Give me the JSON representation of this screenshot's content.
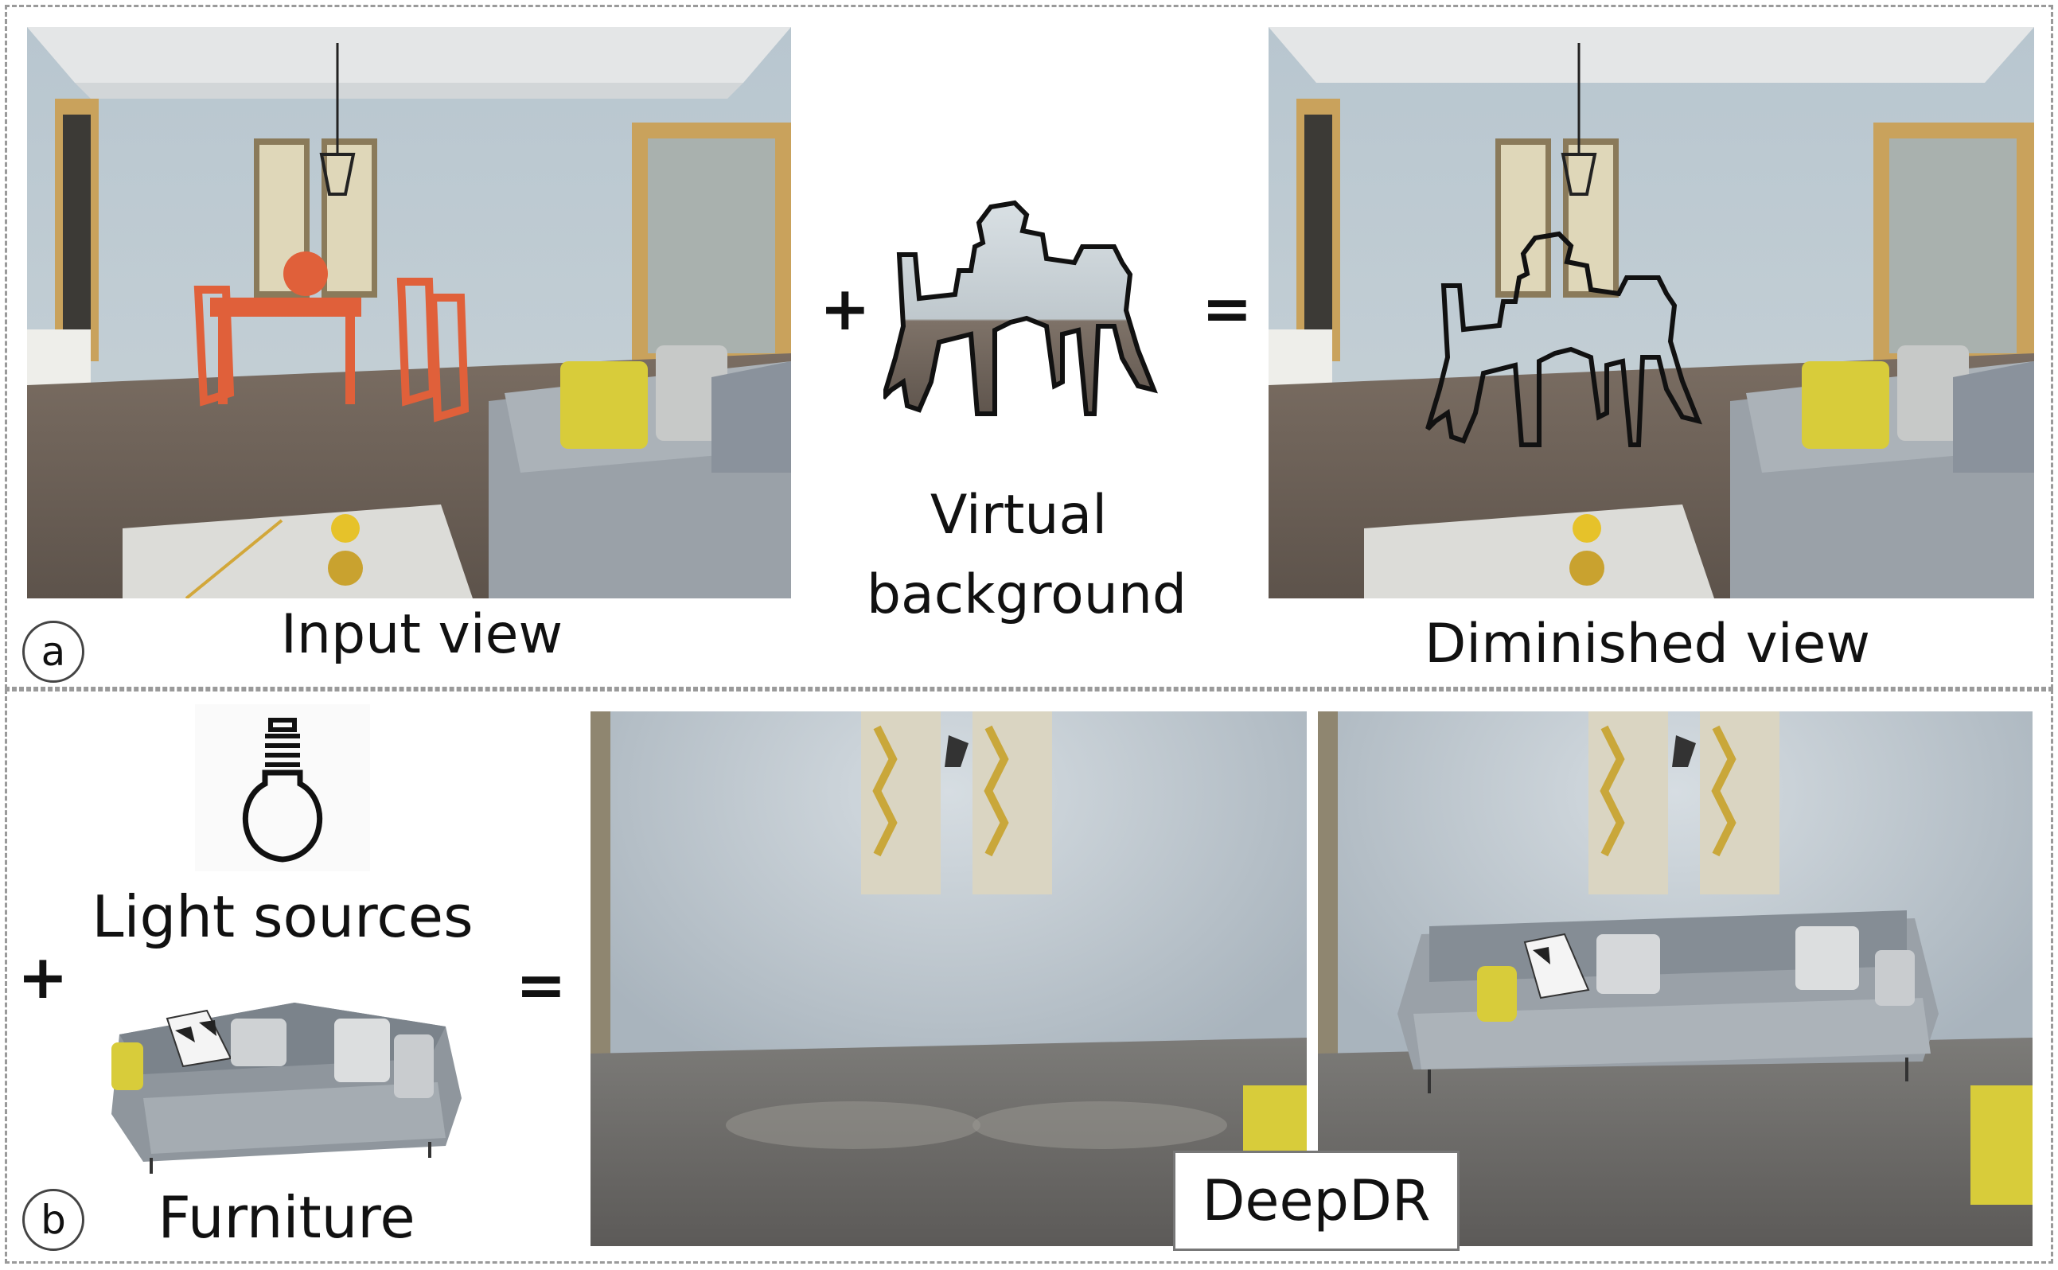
{
  "panel_a": {
    "circle_label": "a",
    "input_caption": "Input view",
    "plus": "+",
    "equals": "=",
    "virtual_caption_line1": "Virtual",
    "virtual_caption_line2": "background",
    "diminished_caption": "Diminished view"
  },
  "panel_b": {
    "circle_label": "b",
    "plus": "+",
    "equals": "=",
    "light_caption": "Light sources",
    "furniture_caption": "Furniture",
    "method_badge": "DeepDR"
  },
  "colors": {
    "wall": "#b9c6cf",
    "floor": "#6e6258",
    "ceiling": "#e4e6e7",
    "table": "#e0603a",
    "sofa": "#9aa1a8",
    "cushion_yellow": "#d8cc3a",
    "outline": "#111111",
    "border": "#9a9a9a"
  }
}
